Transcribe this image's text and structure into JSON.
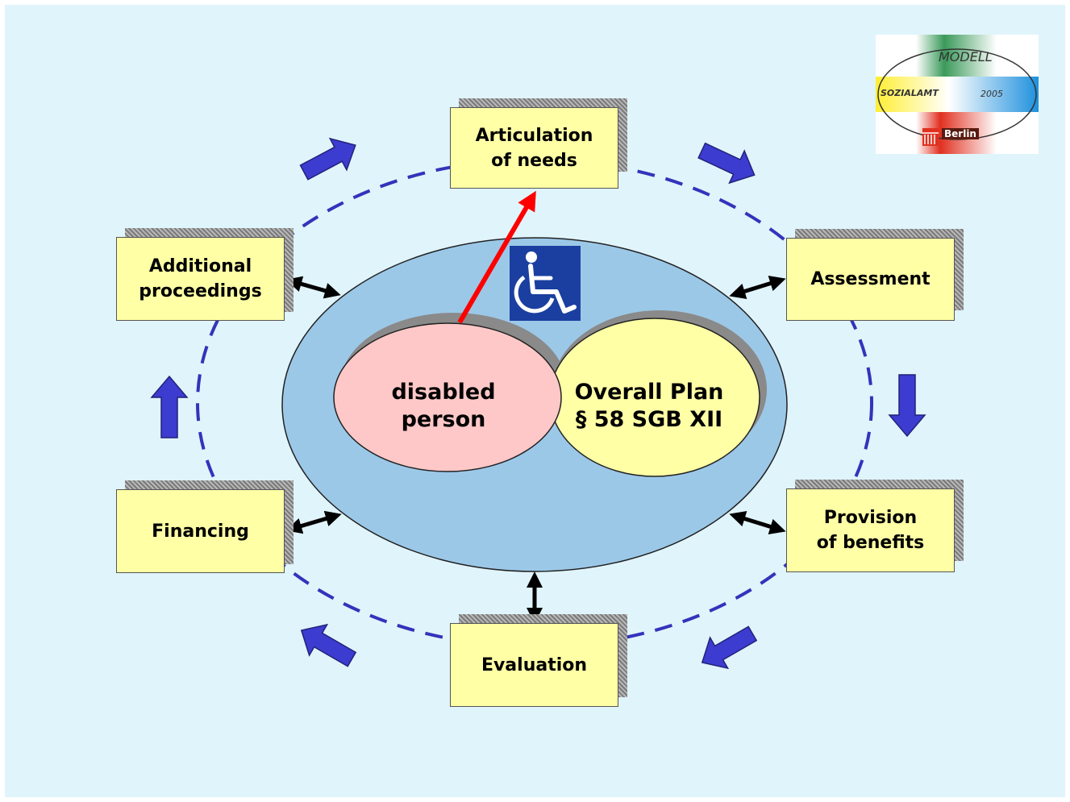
{
  "boxes": {
    "articulation": "Articulation\nof needs",
    "assessment": "Assessment",
    "provision": "Provision\nof benefits",
    "evaluation": "Evaluation",
    "financing": "Financing",
    "additional": "Additional\nproceedings"
  },
  "center": {
    "person": "disabled\nperson",
    "plan": "Overall Plan\n§ 58 SGB XII"
  },
  "logo": {
    "line1": "MODELL",
    "line2": "SOZIALAMT",
    "line3": "2005",
    "line4": "Berlin"
  },
  "icons": {
    "wheelchair": "wheelchair-icon"
  },
  "colors": {
    "background": "#e0f4fb",
    "box_fill": "#ffffa6",
    "outer_ellipse": "#9cc8e8",
    "person_fill": "#ffc8c8",
    "plan_fill": "#ffffa6",
    "cycle_arrows": "#3c3cd0",
    "dashed_ring": "#3333bb",
    "red_arrow": "#ff0000"
  }
}
